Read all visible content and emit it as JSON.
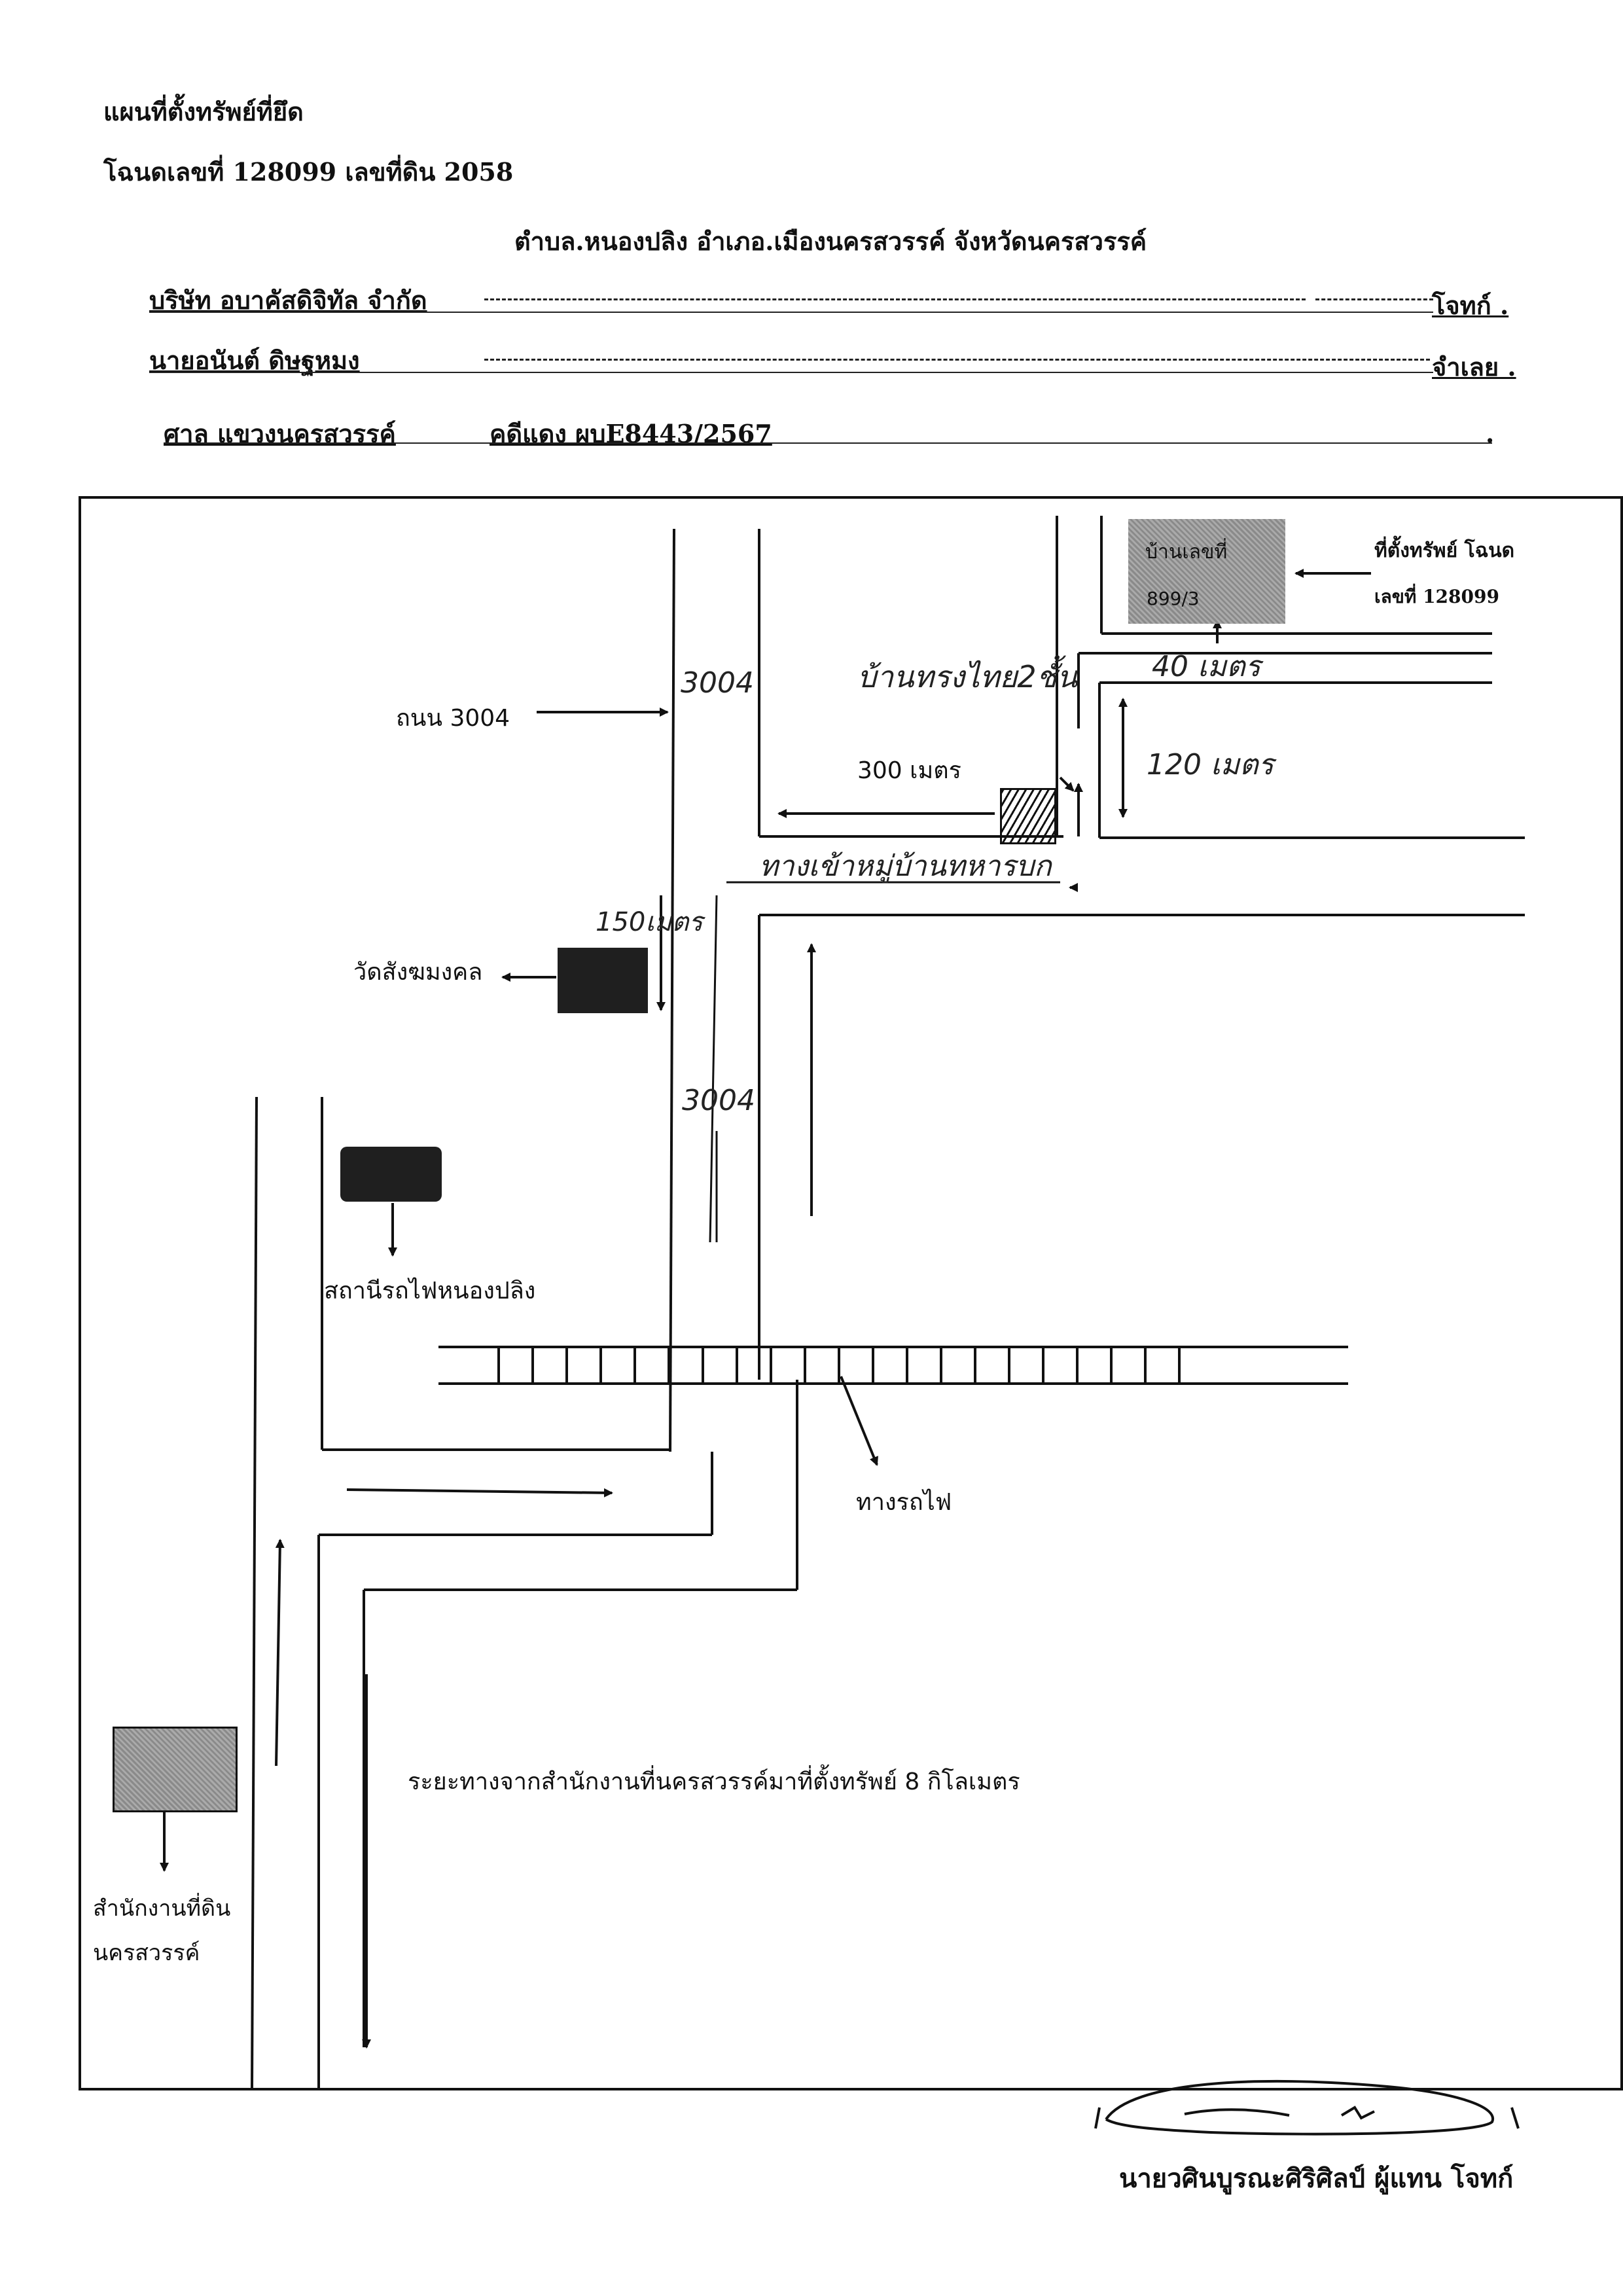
{
  "header": {
    "title": "แผนที่ตั้งทรัพย์ที่ยึด",
    "deed_line": "โฉนดเลขที่ 128099  เลขที่ดิน 2058",
    "location_line": "ตำบล.หนองปลิง  อำเภอ.เมืองนครสวรรค์ จังหวัดนครสวรรค์"
  },
  "parties": {
    "plaintiff_name": "บริษัท อบาคัสดิจิทัล จำกัด",
    "plaintiff_role": "โจทก์ .",
    "defendant_name": "นายอนันต์ ดิษฐหมง",
    "defendant_role": "จำเลย .",
    "court": "ศาล แขวงนครสวรรค์",
    "case_no": "คดีแดง  ผบE8443/2567",
    "case_end": "."
  },
  "map": {
    "house_label": "บ้านเลขที่",
    "house_no": "899/3",
    "property_label_1": "ที่ตั้งทรัพย์ โฉนด",
    "property_label_2": "เลขที่ 128099",
    "road_label": "ถนน 3004",
    "road_no_top": "3004",
    "road_no_bottom": "3004",
    "hand_house": "บ้านทรงไทย2ชั้น",
    "dist_300": "300 เมตร",
    "dist_40": "40 เมตร",
    "dist_120": "120 เมตร",
    "dist_150": "150เมตร",
    "soi_label": "ทางเข้าหมู่บ้านทหารบก",
    "temple": "วัดสังฆมงคล",
    "station": "สถานีรถไฟหนองปลิง",
    "railway": "ทางรถไฟ",
    "distance_note": "ระยะทางจากสำนักงานที่นครสวรรค์มาที่ตั้งทรัพย์ 8 กิโลเมตร",
    "land_office_1": "สำนักงานที่ดิน",
    "land_office_2": "นครสวรรค์"
  },
  "signature": {
    "name_line": "นายวศินบูรณะศิริศิลป์ ผู้แทน โจทก์"
  }
}
